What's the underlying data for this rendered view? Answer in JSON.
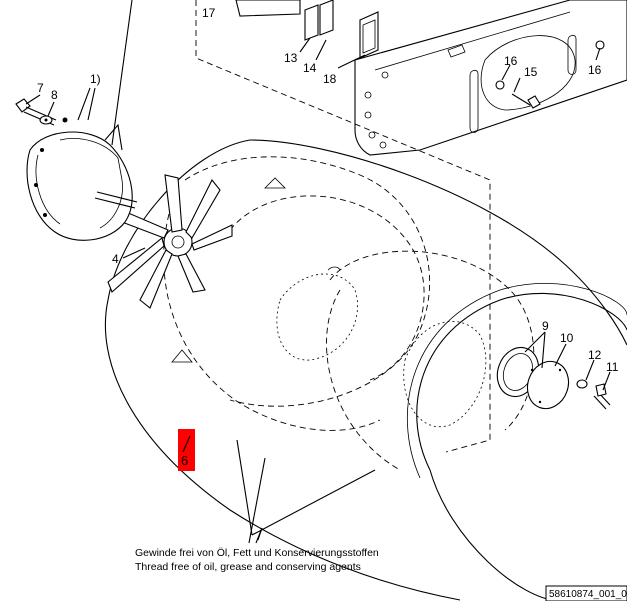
{
  "labels": {
    "l1": "1)",
    "l4": "4",
    "l6": "6",
    "l7": "7",
    "l8": "8",
    "l9": "9",
    "l10": "10",
    "l11": "11",
    "l12": "12",
    "l13": "13",
    "l14": "14",
    "l15": "15",
    "l16a": "16",
    "l16b": "16",
    "l17": "17",
    "l18": "18"
  },
  "note": {
    "de": "Gewinde frei von Öl, Fett und Konservierungsstoffen",
    "en": "Thread free of oil, grease and conserving agents"
  },
  "doc_id": "58610874_001_0",
  "colors": {
    "line": "#000000",
    "highlight": "#ff0000",
    "background": "#ffffff"
  }
}
